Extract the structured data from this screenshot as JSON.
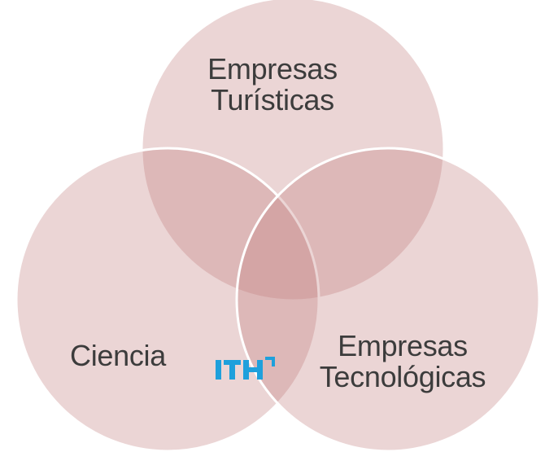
{
  "diagram": {
    "type": "venn",
    "sets": [
      {
        "id": "top",
        "lines": [
          "Empresas",
          "Turísticas"
        ]
      },
      {
        "id": "left",
        "lines": [
          "Ciencia"
        ]
      },
      {
        "id": "right",
        "lines": [
          "Empresas",
          "Tecnológicas"
        ]
      }
    ],
    "colors": {
      "circle_fill": "#c17b7b",
      "circle_fill_opacity": 0.32,
      "circle_stroke": "#ffffff",
      "label_text": "#3c3c3c"
    }
  },
  "logo": {
    "text": "ITH",
    "colors": {
      "text": "#1ea0dc",
      "corner_mark": "#1ea0dc"
    }
  }
}
